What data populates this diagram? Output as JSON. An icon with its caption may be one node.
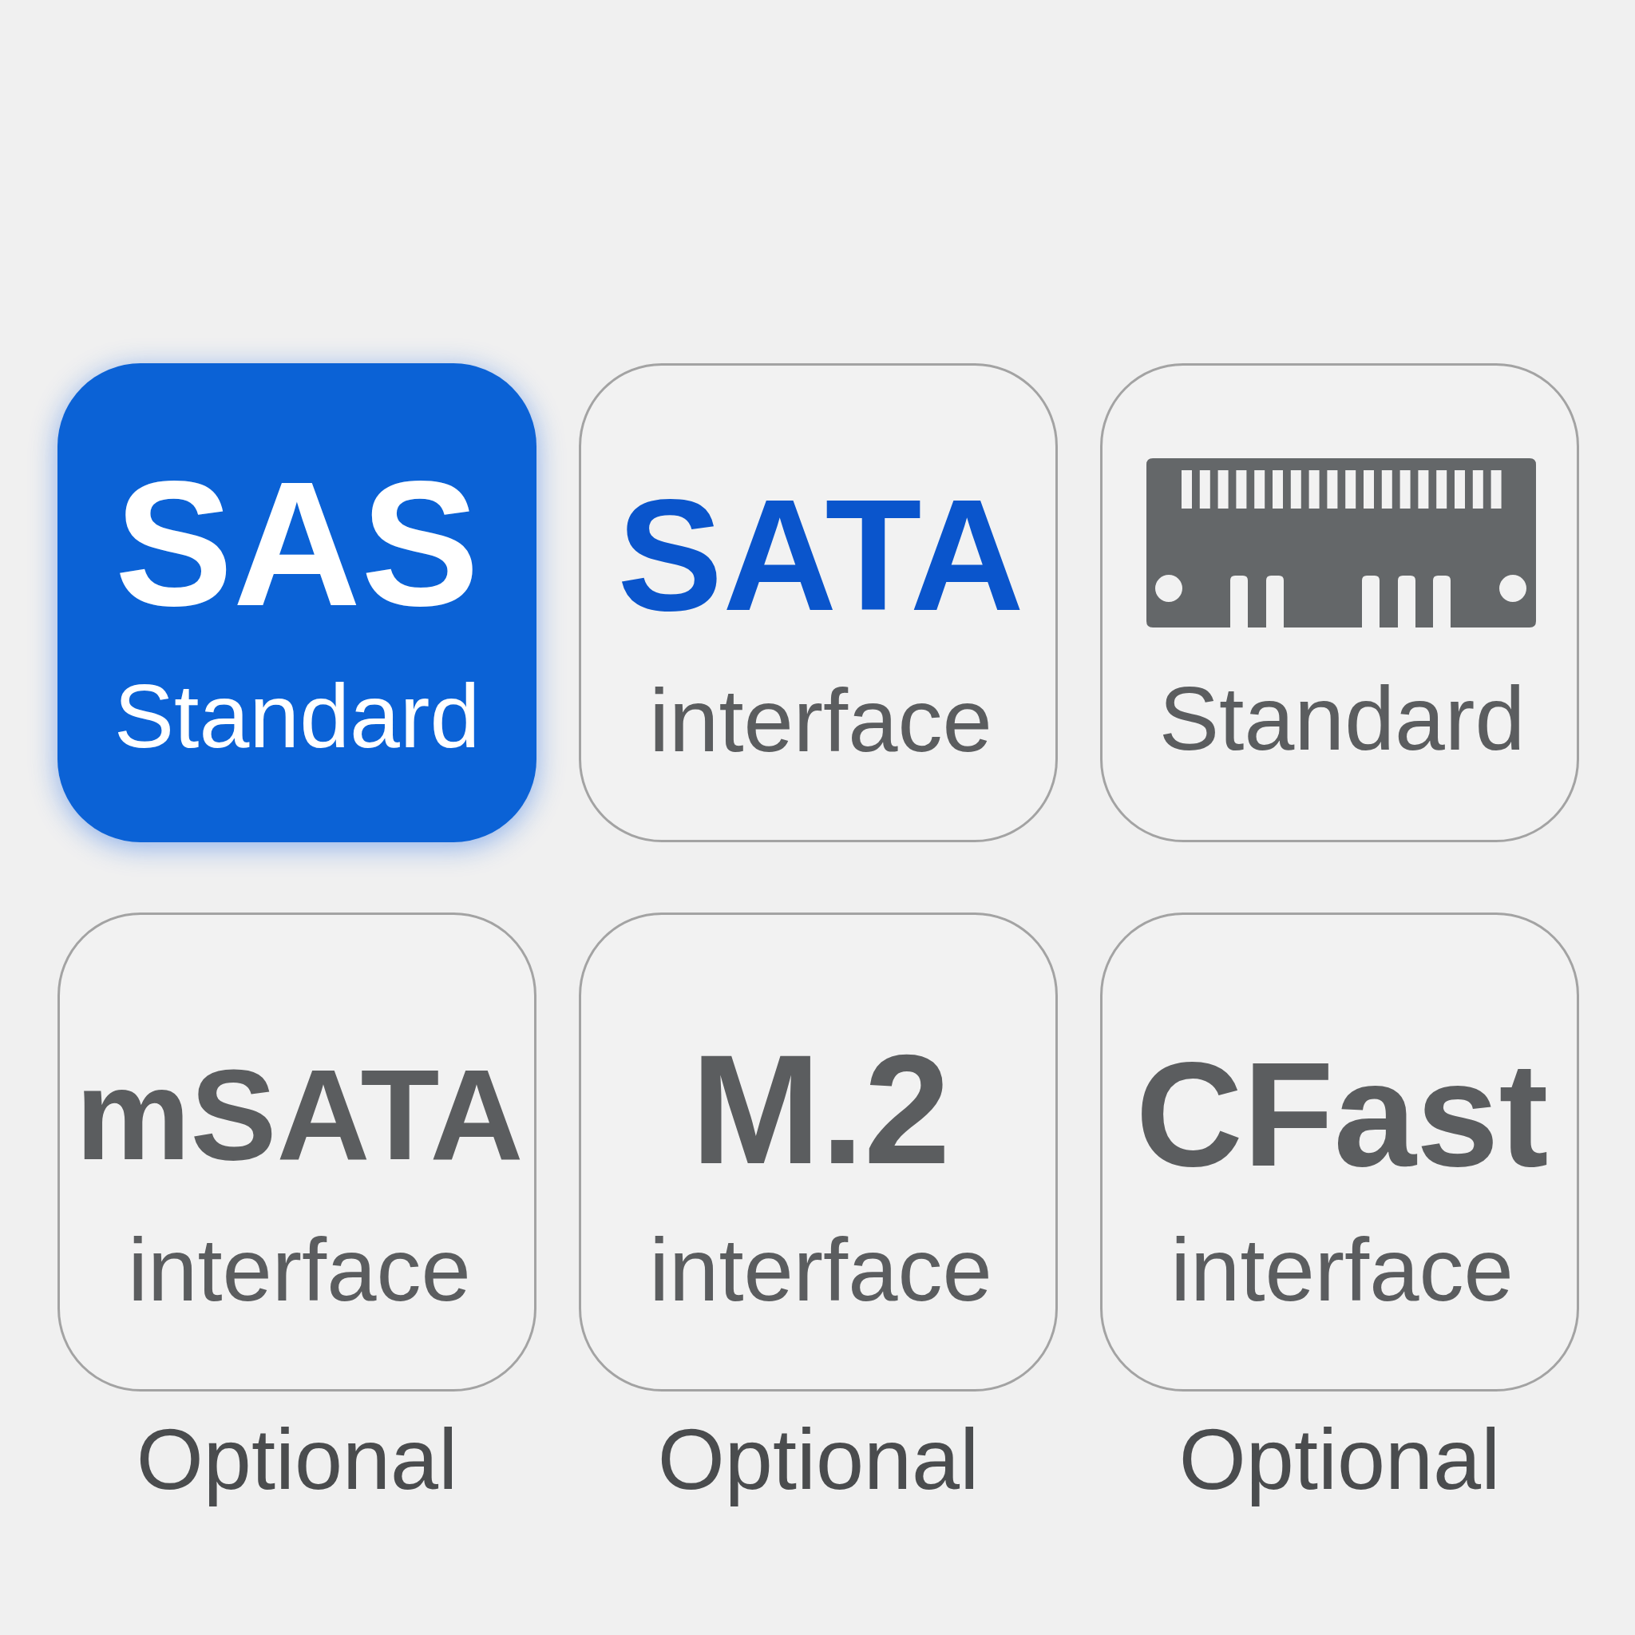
{
  "diagram": {
    "nodes": [
      {
        "text": [
          "SAS",
          "Standard"
        ]
      },
      {
        "text": [
          "SATA",
          "interface"
        ]
      },
      {
        "text": [
          "Standard"
        ]
      },
      {
        "text": [
          "mSATA",
          "interface"
        ],
        "beside": [
          "Optional"
        ]
      },
      {
        "text": [
          "M.2",
          "interface"
        ],
        "beside": [
          "Optional"
        ]
      },
      {
        "text": [
          "CFast",
          "interface"
        ],
        "beside": [
          "Optional"
        ]
      }
    ]
  }
}
